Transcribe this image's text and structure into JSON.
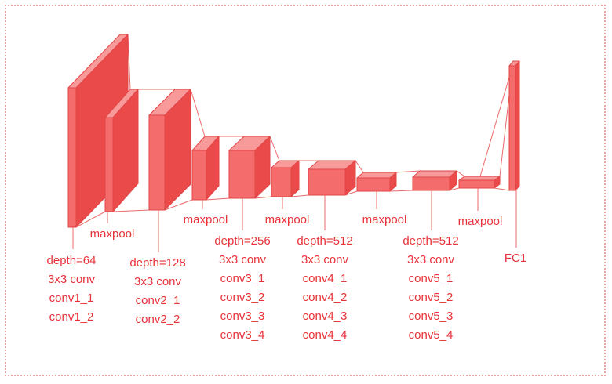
{
  "colors": {
    "block_front": "#f46c6c",
    "block_top": "#f89a9a",
    "block_side": "#ea4a4a",
    "edge": "#e24646",
    "line": "#ec6a6a",
    "text": "#e8323a"
  },
  "labels": {
    "maxpool_1": "maxpool",
    "maxpool_2": "maxpool",
    "maxpool_3": "maxpool",
    "maxpool_4": "maxpool",
    "maxpool_5": "maxpool",
    "fc1": "FC1"
  },
  "groups": [
    {
      "id": "block1",
      "lines": [
        "depth=64",
        "3x3 conv",
        "conv1_1",
        "conv1_2"
      ]
    },
    {
      "id": "block2",
      "lines": [
        "depth=128",
        "3x3 conv",
        "conv2_1",
        "conv2_2"
      ]
    },
    {
      "id": "block3",
      "lines": [
        "depth=256",
        "3x3 conv",
        "conv3_1",
        "conv3_2",
        "conv3_3",
        "conv3_4"
      ]
    },
    {
      "id": "block4",
      "lines": [
        "depth=512",
        "3x3 conv",
        "conv4_1",
        "conv4_2",
        "conv4_3",
        "conv4_4"
      ]
    },
    {
      "id": "block5",
      "lines": [
        "depth=512",
        "3x3 conv",
        "conv5_1",
        "conv5_2",
        "conv5_3",
        "conv5_4"
      ]
    }
  ]
}
